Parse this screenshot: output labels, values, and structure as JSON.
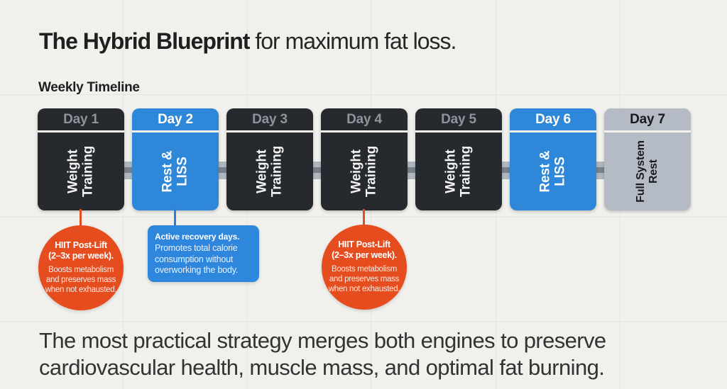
{
  "header": {
    "title_bold": "The Hybrid Blueprint",
    "title_rest": " for maximum fat loss."
  },
  "timeline": {
    "label": "Weekly Timeline",
    "days": [
      {
        "day": "Day 1",
        "activity": "Weight Training",
        "lines": [
          "Weight",
          "Training"
        ],
        "type": "weight-training"
      },
      {
        "day": "Day 2",
        "activity": "Rest & LISS",
        "lines": [
          "Rest &",
          "LISS"
        ],
        "type": "rest-liss"
      },
      {
        "day": "Day 3",
        "activity": "Weight Training",
        "lines": [
          "Weight",
          "Training"
        ],
        "type": "weight-training"
      },
      {
        "day": "Day 4",
        "activity": "Weight Training",
        "lines": [
          "Weight",
          "Training"
        ],
        "type": "weight-training"
      },
      {
        "day": "Day 5",
        "activity": "Weight Training",
        "lines": [
          "Weight",
          "Training"
        ],
        "type": "weight-training"
      },
      {
        "day": "Day 6",
        "activity": "Rest & LISS",
        "lines": [
          "Rest &",
          "LISS"
        ],
        "type": "rest-liss"
      },
      {
        "day": "Day 7",
        "activity": "Full System Rest",
        "lines": [
          "Full System",
          "Rest"
        ],
        "type": "full-system-rest"
      }
    ]
  },
  "callouts": {
    "hiit": {
      "title_line1": "HIIT Post-Lift",
      "title_line2": "(2–3x per week).",
      "body": "Boosts metabolism and preserves mass when not exhausted.",
      "attached_to": [
        "Day 1",
        "Day 4"
      ]
    },
    "recovery": {
      "title": "Active recovery days.",
      "body": "Promotes total calorie consumption without overworking the body.",
      "attached_to": [
        "Day 2"
      ]
    }
  },
  "footer": {
    "line1": "The most practical strategy merges both engines to preserve",
    "line2": "cardiovascular health, muscle mass, and optimal fat burning."
  },
  "colors": {
    "background": "#f1f0ec",
    "card_dark": "#26292e",
    "card_blue": "#2e87d8",
    "card_gray": "#b5bbc4",
    "accent_orange": "#e64d1e",
    "connector_band": "#b1b7bf",
    "connector_core": "#79828c"
  }
}
